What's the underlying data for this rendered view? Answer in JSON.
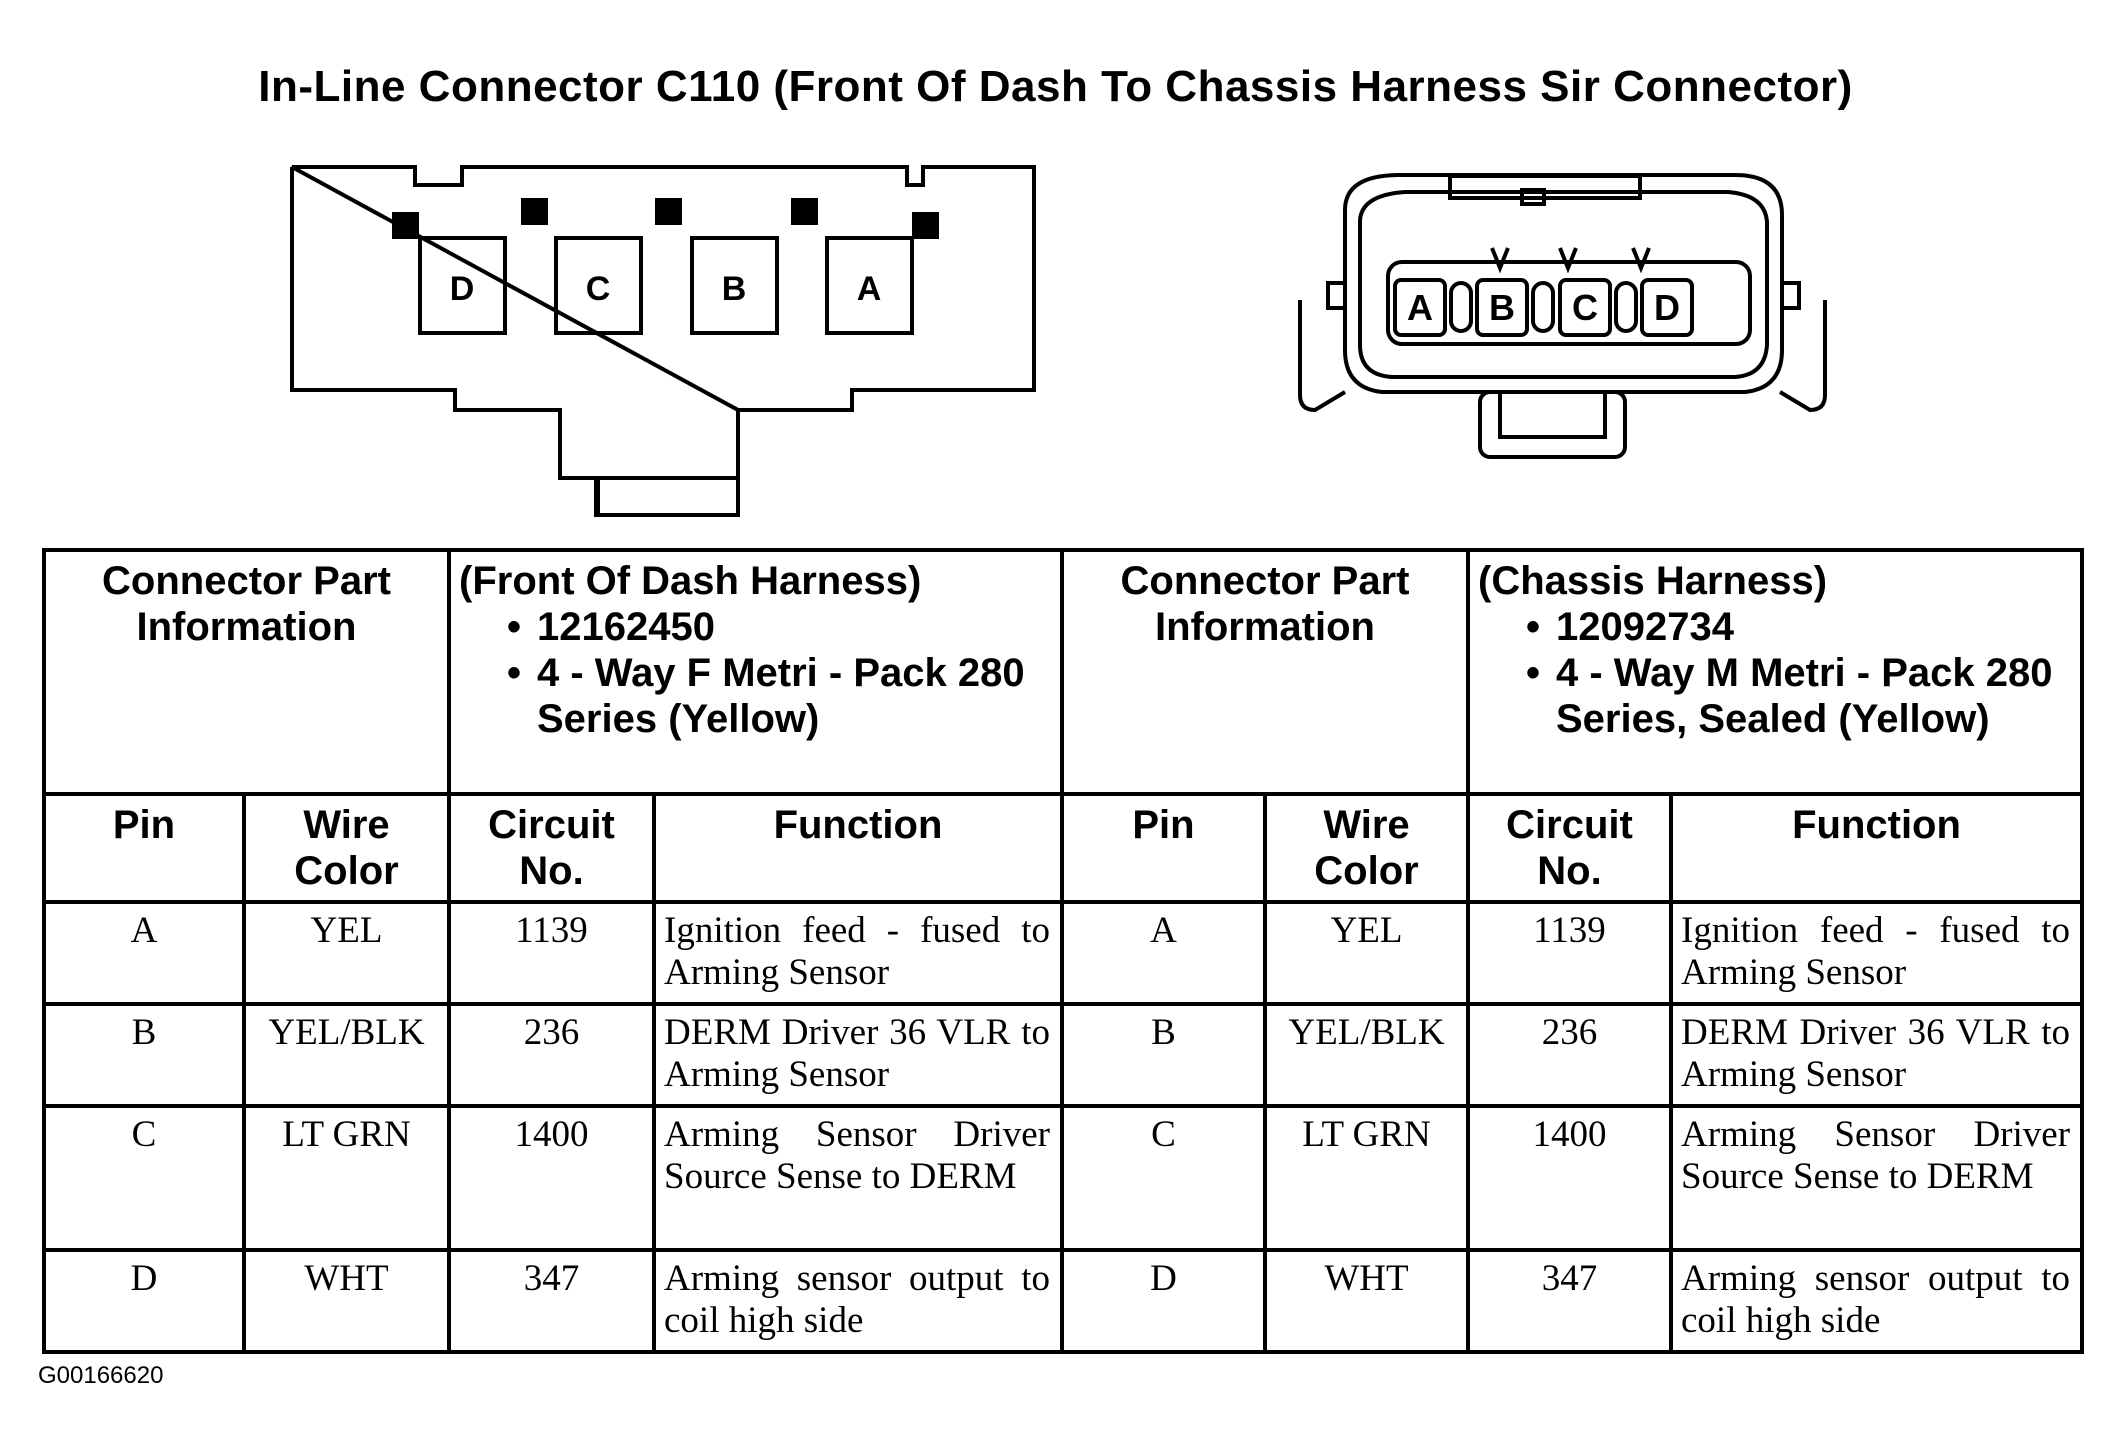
{
  "title": "In-Line Connector C110 (Front Of Dash To Chassis Harness Sir Connector)",
  "left_connector": {
    "pins": [
      "D",
      "C",
      "B",
      "A"
    ]
  },
  "right_connector": {
    "pins": [
      "A",
      "B",
      "C",
      "D"
    ]
  },
  "sections": [
    {
      "part_label": "Connector Part Information",
      "harness": "(Front Of Dash Harness)",
      "details": [
        "12162450",
        "4 - Way F Metri - Pack 280 Series (Yellow)"
      ],
      "columns": [
        "Pin",
        "Wire Color",
        "Circuit No.",
        "Function"
      ]
    },
    {
      "part_label": "Connector Part Information",
      "harness": "(Chassis Harness)",
      "details": [
        "12092734",
        "4 - Way M Metri - Pack 280 Series, Sealed (Yellow)"
      ],
      "columns": [
        "Pin",
        "Wire Color",
        "Circuit No.",
        "Function"
      ]
    }
  ],
  "rows": [
    {
      "pin": "A",
      "wire_color": "YEL",
      "circuit": "1139",
      "function": "Ignition feed - fused to Arming Sensor"
    },
    {
      "pin": "B",
      "wire_color": "YEL/BLK",
      "circuit": "236",
      "function": "DERM Driver 36 VLR to Arming Sensor"
    },
    {
      "pin": "C",
      "wire_color": "LT GRN",
      "circuit": "1400",
      "function": "Arming Sensor Driver Source Sense to DERM"
    },
    {
      "pin": "D",
      "wire_color": "WHT",
      "circuit": "347",
      "function": "Arming sensor output to coil high side"
    }
  ],
  "figure_id": "G00166620"
}
